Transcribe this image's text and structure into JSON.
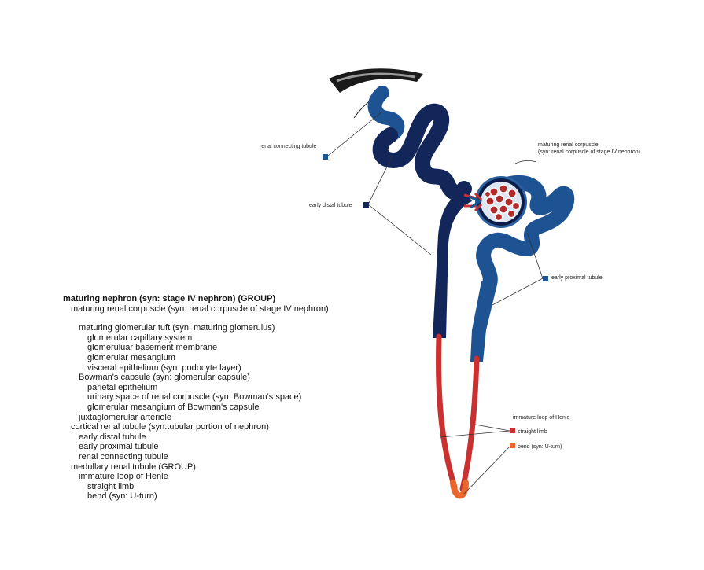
{
  "colors": {
    "distal": "#13265a",
    "proximal": "#1d5392",
    "straight_limb": "#c9302f",
    "bend": "#e9672d",
    "connector_line": "#333333"
  },
  "labels": {
    "connecting_tubule": "renal connecting tubule",
    "early_distal": "early distal tubule",
    "corpuscle_line1": "maturing renal corpuscle",
    "corpuscle_line2": "(syn: renal corpuscle of stage IV nephron)",
    "early_proximal": "early proximal tubule",
    "loop_of_henle": "immature loop of Henle",
    "straight_limb": "straight limb",
    "bend": "bend (syn: U-turn)"
  },
  "tree": [
    {
      "text": "maturing nephron (syn: stage IV nephron) (GROUP)",
      "level": 0,
      "bold": true
    },
    {
      "text": "maturing renal corpuscle (syn: renal corpuscle of stage IV nephron)",
      "level": 1
    },
    {
      "text": "",
      "level": 0,
      "gap": true
    },
    {
      "text": "maturing glomerular tuft (syn: maturing glomerulus)",
      "level": 2
    },
    {
      "text": "glomerular capillary system",
      "level": 3
    },
    {
      "text": "glomeruluar basement membrane",
      "level": 3
    },
    {
      "text": "glomerular mesangium",
      "level": 3
    },
    {
      "text": "visceral epithelium (syn: podocyte layer)",
      "level": 3
    },
    {
      "text": "Bowman's capsule (syn: glomerular capsule)",
      "level": 2
    },
    {
      "text": "parietal epithelium",
      "level": 3
    },
    {
      "text": "urinary space of renal corpuscle (syn: Bowman's space)",
      "level": 3
    },
    {
      "text": "glomerular mesangium of Bowman's capsule",
      "level": 3
    },
    {
      "text": "juxtaglomerular arteriole",
      "level": 2
    },
    {
      "text": "cortical renal tubule (syn:tubular portion of nephron)",
      "level": 1
    },
    {
      "text": "early distal tubule",
      "level": 2
    },
    {
      "text": "early proximal tubule",
      "level": 2
    },
    {
      "text": "renal connecting tubule",
      "level": 2
    },
    {
      "text": "medullary renal tubule (GROUP)",
      "level": 1
    },
    {
      "text": "immature loop of Henle",
      "level": 2
    },
    {
      "text": "straight limb",
      "level": 3
    },
    {
      "text": "bend (syn: U-turn)",
      "level": 3
    }
  ]
}
